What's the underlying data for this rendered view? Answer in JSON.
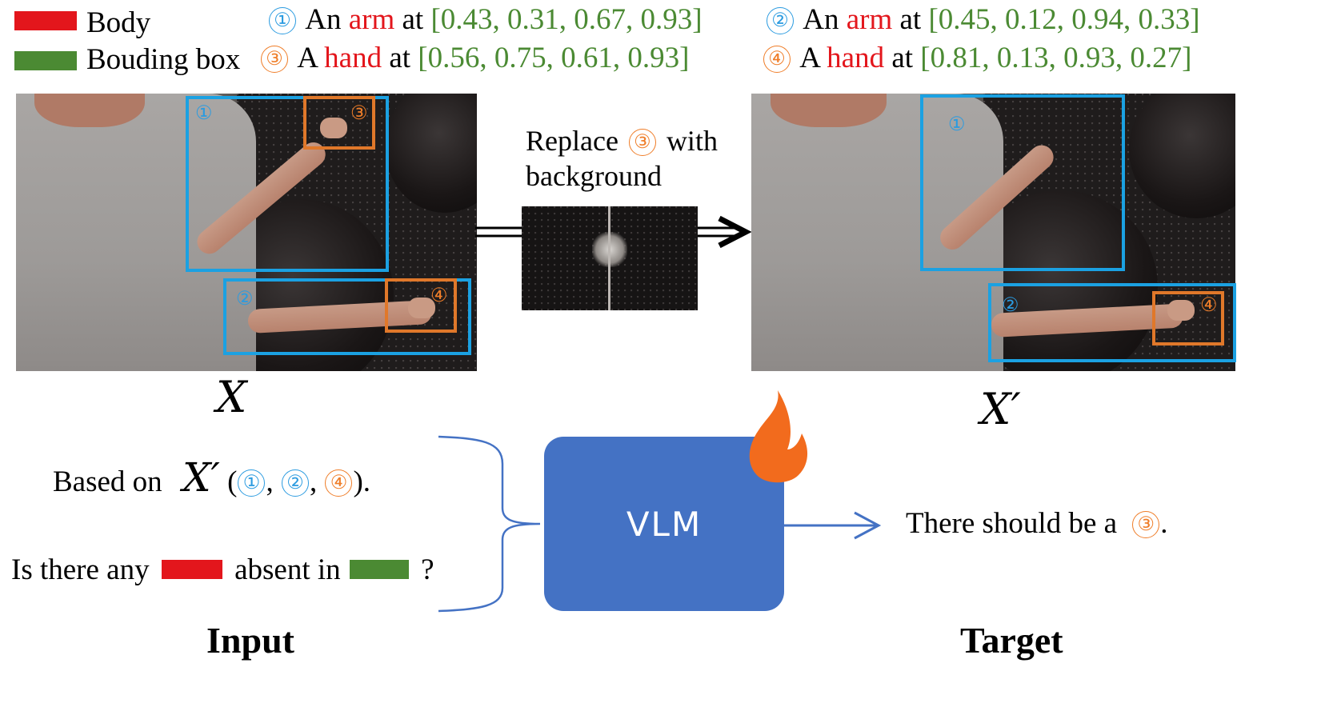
{
  "legend": {
    "body_label": "Body",
    "bbox_label": "Bouding box",
    "body_color": "#e3161c",
    "bbox_color": "#4b8a33"
  },
  "annotations": [
    {
      "num": "①",
      "article": "An",
      "part": "arm",
      "at": "at",
      "coords": "[0.43, 0.31, 0.67, 0.93]",
      "color": "blue"
    },
    {
      "num": "②",
      "article": "An",
      "part": "arm",
      "at": "at",
      "coords": "[0.45, 0.12, 0.94, 0.33]",
      "color": "blue"
    },
    {
      "num": "③",
      "article": "A",
      "part": "hand",
      "at": "at",
      "coords": "[0.56, 0.75, 0.61, 0.93]",
      "color": "orange"
    },
    {
      "num": "④",
      "article": "A",
      "part": "hand",
      "at": "at",
      "coords": "[0.81, 0.13, 0.93, 0.27]",
      "color": "orange"
    }
  ],
  "images": {
    "input_label": "X",
    "output_label": "X′",
    "box_numbers": [
      "①",
      "②",
      "③",
      "④"
    ]
  },
  "replace_step": {
    "text_before": "Replace",
    "num": "③",
    "text_after": "with",
    "line2": "background"
  },
  "input": {
    "line1_prefix": "Based on",
    "line1_var": "X′",
    "line1_open": "(",
    "line1_nums": [
      "①",
      "②",
      "④"
    ],
    "line1_sep": ",",
    "line1_close": ").",
    "line2_prefix": "Is there any",
    "line2_middle": "absent in",
    "line2_suffix": "?",
    "label": "Input"
  },
  "vlm": {
    "label": "VLM",
    "box_color": "#4472c4",
    "flame_color": "#f26b1d"
  },
  "target": {
    "text": "There should be a",
    "num": "③",
    "end": ".",
    "label": "Target"
  }
}
